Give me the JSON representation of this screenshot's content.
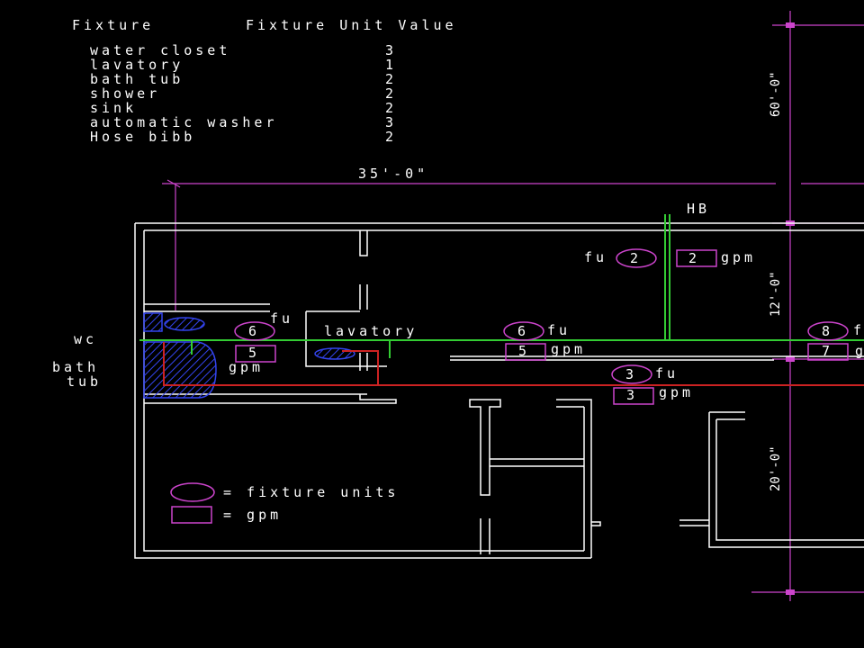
{
  "table": {
    "header_fixture": "Fixture",
    "header_value": "Fixture Unit Value",
    "rows": [
      {
        "name": "water closet",
        "value": "3"
      },
      {
        "name": "lavatory",
        "value": "1"
      },
      {
        "name": "bath tub",
        "value": "2"
      },
      {
        "name": "shower",
        "value": "2"
      },
      {
        "name": "sink",
        "value": "2"
      },
      {
        "name": "automatic washer",
        "value": "3"
      },
      {
        "name": "Hose bibb",
        "value": "2"
      }
    ]
  },
  "dimensions": {
    "width": "35'-0\"",
    "top": "60'-0\"",
    "mid": "12'-0\"",
    "bottom": "20'-0\""
  },
  "labels": {
    "hb": "HB",
    "wc": "wc",
    "bath": "bath",
    "tub": "tub",
    "lavatory": "lavatory",
    "fu": "fu",
    "gpm": "gpm"
  },
  "values": {
    "hb_fu": "2",
    "hb_gpm": "2",
    "wc_fu": "6",
    "wc_gpm": "5",
    "lav_fu": "6",
    "lav_gpm": "5",
    "main_fu": "3",
    "main_gpm": "3",
    "right_fu": "8",
    "right_gpm": "7"
  },
  "legend": {
    "fixture_units": "= fixture units",
    "gpm": "= gpm"
  },
  "colors": {
    "background": "#000000",
    "walls": "#ffffff",
    "dimension_lines": "#cc44cc",
    "cold_water_pipe": "#33cc33",
    "hot_water_pipe": "#cc2222",
    "fixtures": "#3344ee"
  }
}
